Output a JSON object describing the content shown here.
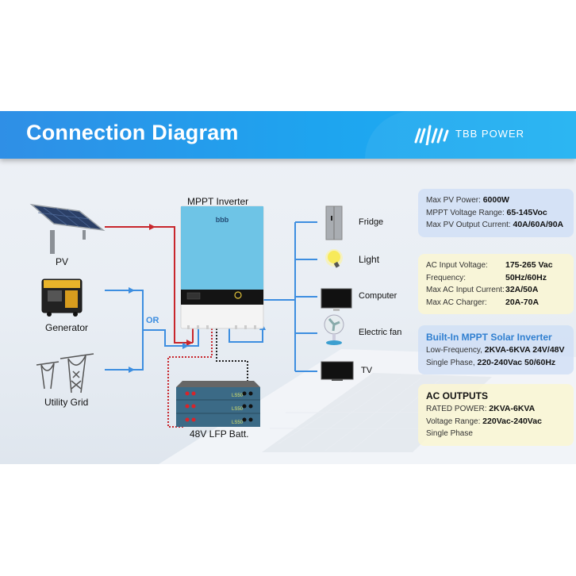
{
  "header": {
    "title": "Connection Diagram",
    "brand": "TBB POWER"
  },
  "diagram": {
    "inverter_label": "MPPT Inverter",
    "battery_label": "48V LFP Batt.",
    "battery_module_label": "LS50",
    "or_label": "OR",
    "sources": [
      {
        "label": "PV",
        "icon": "solar-panel-icon"
      },
      {
        "label": "Generator",
        "icon": "generator-icon"
      },
      {
        "label": "Utility Grid",
        "icon": "power-tower-icon"
      }
    ],
    "loads": [
      {
        "label": "Fridge",
        "icon": "fridge-icon"
      },
      {
        "label": "Light",
        "icon": "light-bulb-icon"
      },
      {
        "label": "Computer",
        "icon": "monitor-icon"
      },
      {
        "label": "Electric fan",
        "icon": "fan-icon"
      },
      {
        "label": "TV",
        "icon": "tv-icon"
      }
    ],
    "colors": {
      "dc_line": "#c8262c",
      "ac_line": "#3d8ee0",
      "battery_link_dc": "#c8262c",
      "battery_link_comm": "#222222"
    }
  },
  "specs": {
    "pv": {
      "rows": [
        {
          "label": "Max PV Power:",
          "value": "6000W"
        },
        {
          "label": "MPPT Voltage Range:",
          "value": "65-145Voc"
        },
        {
          "label": "Max PV Output Current:",
          "value": "40A/60A/90A"
        }
      ]
    },
    "ac_input": {
      "rows": [
        {
          "label": "AC Input Voltage:",
          "value": "175-265 Vac"
        },
        {
          "label": "Frequency:",
          "value": "50Hz/60Hz"
        },
        {
          "label": "Max AC Input Current:",
          "value": "32A/50A"
        },
        {
          "label": "Max AC Charger:",
          "value": "20A-70A"
        }
      ]
    },
    "inverter": {
      "title": "Built-In MPPT Solar Inverter",
      "rows": [
        {
          "label": "Low-Frequency,",
          "value": "2KVA-6KVA 24V/48V"
        },
        {
          "label": "Single Phase,",
          "value": "220-240Vac 50/60Hz"
        }
      ]
    },
    "ac_outputs": {
      "title": "AC OUTPUTS",
      "rows": [
        {
          "label": "RATED POWER:",
          "value": "2KVA-6KVA"
        },
        {
          "label": "Voltage Range:",
          "value": "220Vac-240Vac"
        },
        {
          "label": "Single Phase",
          "value": ""
        }
      ]
    }
  }
}
